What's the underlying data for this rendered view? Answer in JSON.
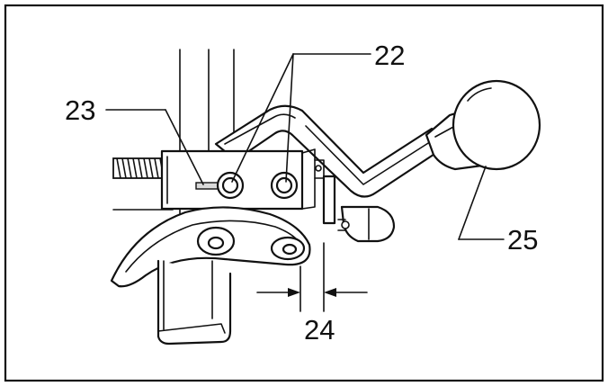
{
  "callouts": {
    "c22": "22",
    "c23": "23",
    "c24": "24",
    "c25": "25"
  },
  "colors": {
    "line": "#111111",
    "background": "#ffffff",
    "shade": "#d9d9d9"
  }
}
